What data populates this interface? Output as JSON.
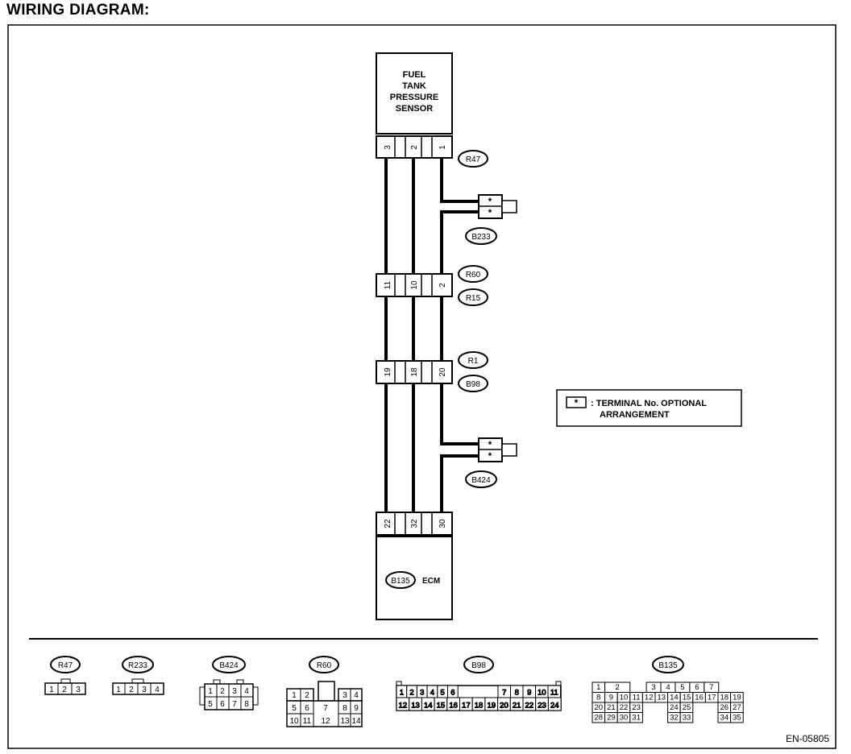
{
  "title": "WIRING DIAGRAM:",
  "sensor": {
    "lines": [
      "FUEL",
      "TANK",
      "PRESSURE",
      "SENSOR"
    ]
  },
  "ecm": {
    "code": "B135",
    "label": "ECM"
  },
  "connectors": {
    "r47": {
      "label": "R47",
      "terminals": [
        "3",
        "2",
        "1"
      ]
    },
    "r60": {
      "label": "R60",
      "label2": "R15",
      "terminals": [
        "11",
        "10",
        "2"
      ]
    },
    "r1": {
      "label": "R1",
      "label2": "B98",
      "terminals": [
        "19",
        "18",
        "20"
      ]
    },
    "b135": {
      "terminals": [
        "22",
        "32",
        "30"
      ]
    },
    "b233": {
      "label": "B233",
      "pins": [
        "*",
        "*"
      ]
    },
    "b424": {
      "label": "B424",
      "pins": [
        "*",
        "*"
      ]
    }
  },
  "legend": {
    "symbol": "*",
    "line1": ": TERMINAL No. OPTIONAL",
    "line2": "ARRANGEMENT"
  },
  "views": {
    "r47": {
      "label": "R47",
      "pins": [
        "1",
        "2",
        "3"
      ]
    },
    "r233": {
      "label": "R233",
      "pins": [
        "1",
        "2",
        "3",
        "4"
      ]
    },
    "b424": {
      "label": "B424",
      "row1": [
        "1",
        "2",
        "3",
        "4"
      ],
      "row2": [
        "5",
        "6",
        "7",
        "8"
      ]
    },
    "r60": {
      "label": "R60",
      "row1a": [
        "1",
        "2"
      ],
      "row1b": [
        "3",
        "4"
      ],
      "row2a": [
        "5",
        "6"
      ],
      "mid": "7",
      "row2b": [
        "8",
        "9"
      ],
      "row3a": [
        "10",
        "11"
      ],
      "mid2": "12",
      "row3b": [
        "13",
        "14"
      ]
    },
    "b98": {
      "label": "B98",
      "row1a": [
        "1",
        "2",
        "3",
        "4",
        "5",
        "6"
      ],
      "row1b": [
        "7",
        "8",
        "9",
        "10",
        "11"
      ],
      "row2": [
        "12",
        "13",
        "14",
        "15",
        "16",
        "17",
        "18",
        "19",
        "20",
        "21",
        "22",
        "23",
        "24"
      ]
    },
    "b135": {
      "label": "B135",
      "row1a": [
        "1",
        "2"
      ],
      "row1b": [
        "3",
        "4",
        "5",
        "6",
        "7"
      ],
      "row2": [
        "8",
        "9",
        "10",
        "11",
        "12",
        "13",
        "14",
        "15",
        "16",
        "17",
        "18",
        "19"
      ],
      "row3a": [
        "20",
        "21",
        "22",
        "23"
      ],
      "row3b": [
        "24",
        "25"
      ],
      "row3c": [
        "26",
        "27"
      ],
      "row4a": [
        "28",
        "29",
        "30",
        "31"
      ],
      "row4b": [
        "32",
        "33"
      ],
      "row4c": [
        "34",
        "35"
      ]
    }
  },
  "code": "EN-05805"
}
